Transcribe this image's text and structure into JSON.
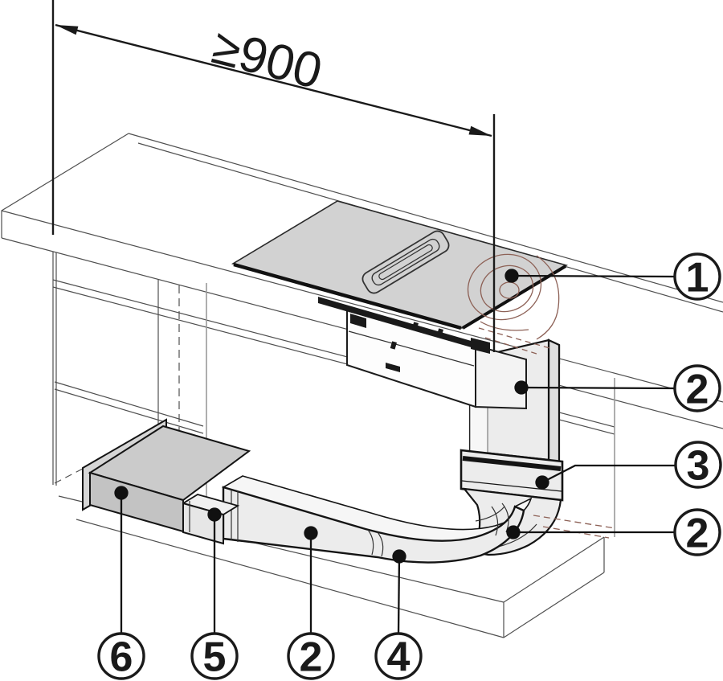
{
  "dimension": {
    "label": "≥900"
  },
  "callouts": {
    "right": [
      {
        "num": "1"
      },
      {
        "num": "2"
      },
      {
        "num": "3"
      },
      {
        "num": "2"
      }
    ],
    "bottom": [
      {
        "num": "6"
      },
      {
        "num": "5"
      },
      {
        "num": "2"
      },
      {
        "num": "4"
      }
    ]
  },
  "colors": {
    "outline": "#141414",
    "furniture_line": "#4f4f4f",
    "glass": "#d2d2d2",
    "duct": "#ececec",
    "duct_side": "#dedede",
    "duct_highlight": "#f7f7f7",
    "silencer_top": "#cbcbcb",
    "silencer_front": "#c3c3c3",
    "connector": "#e6e6e6",
    "hidden_part": "#8d6156",
    "background": "#ffffff"
  }
}
